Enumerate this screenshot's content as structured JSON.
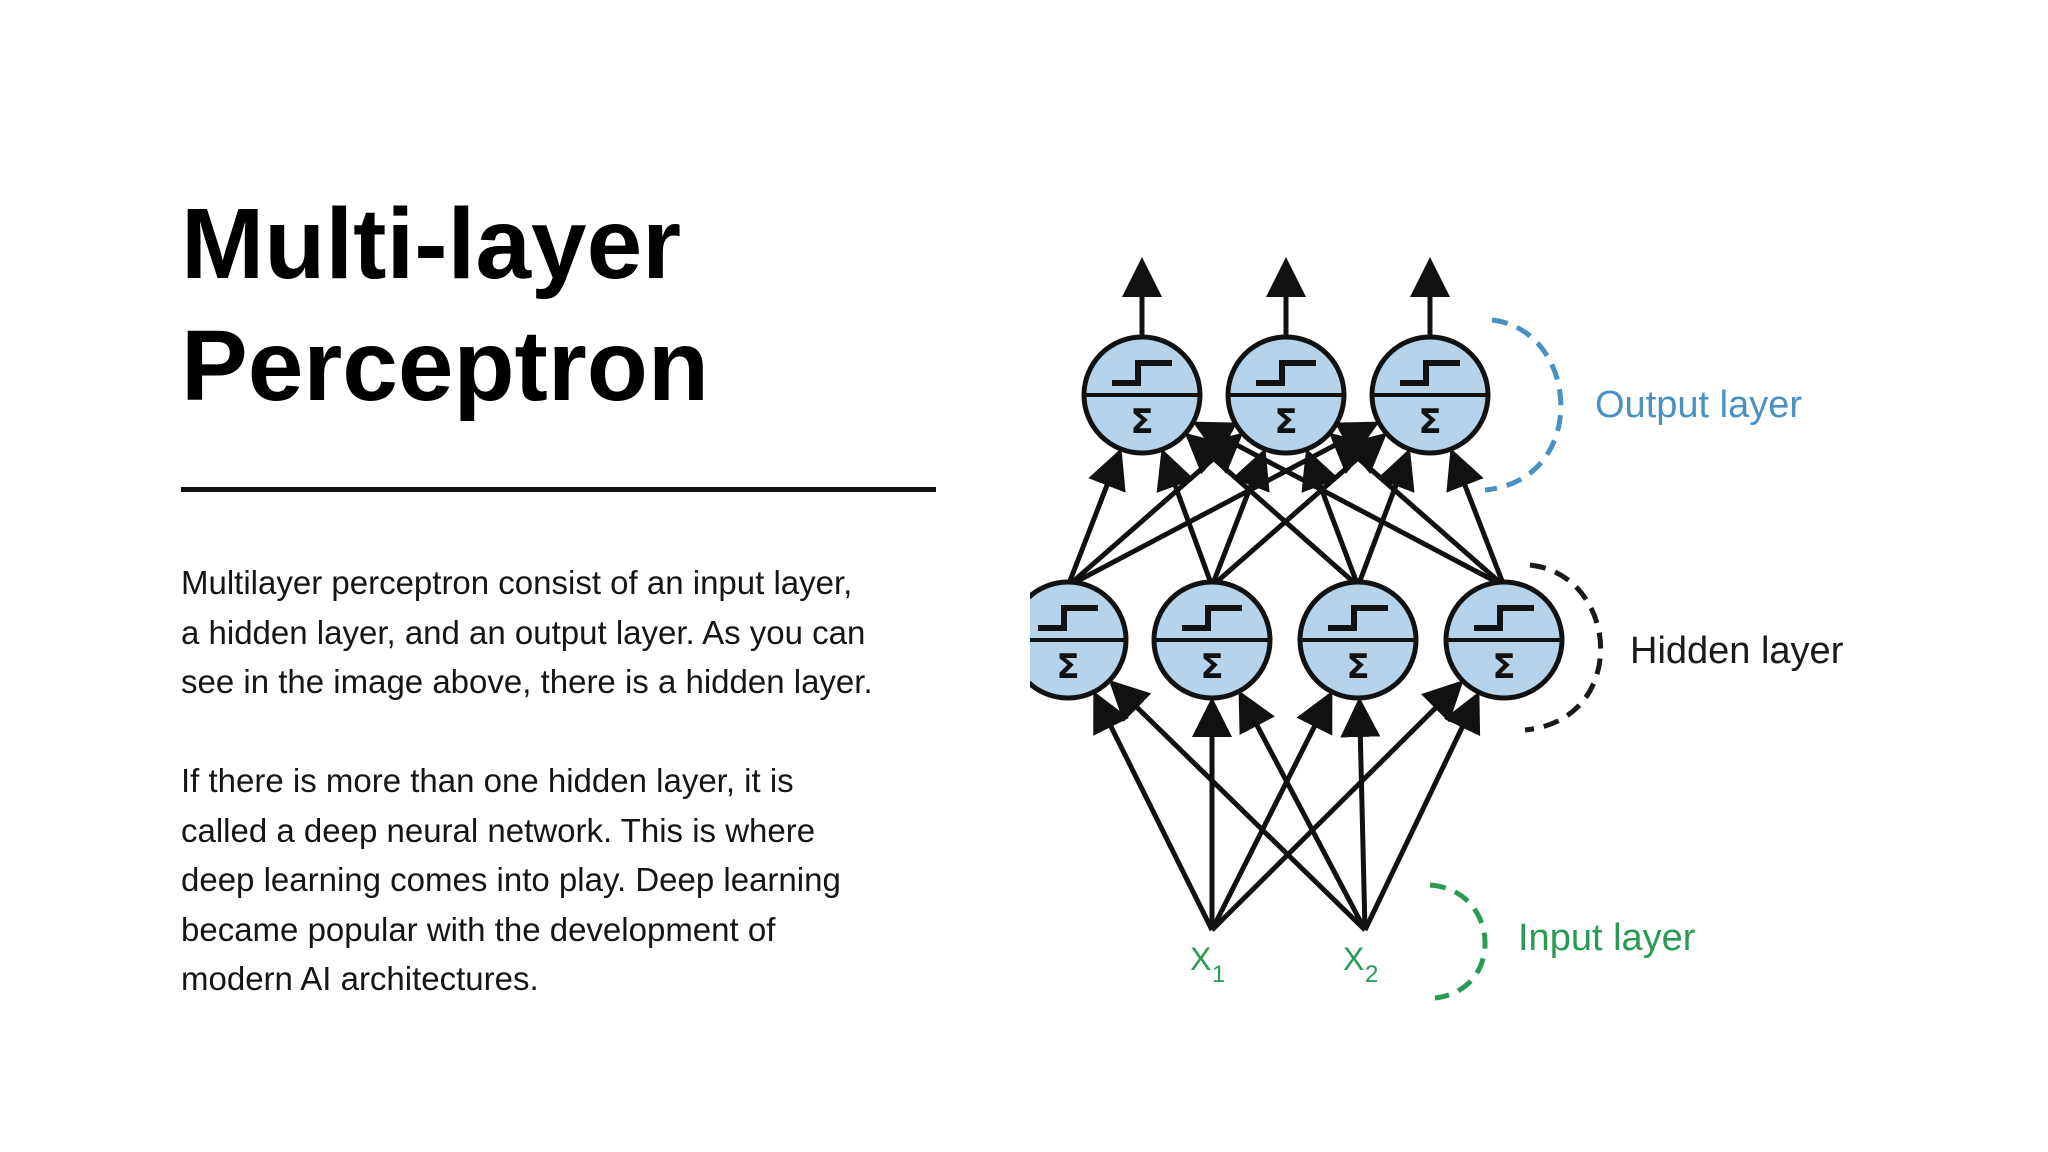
{
  "slide": {
    "title_lines": [
      "Multi-layer",
      "Perceptron"
    ],
    "paragraph1_lines": [
      "Multilayer perceptron consist of an input layer,",
      "a hidden layer, and an output layer. As you can",
      "see in the image above, there is a hidden layer."
    ],
    "paragraph2_lines": [
      "If there is more than one hidden layer, it is",
      "called a deep neural network. This is where",
      "deep learning comes into play. Deep learning",
      "became popular with the development of",
      "modern AI architectures."
    ]
  },
  "diagram": {
    "labels": {
      "output_layer": "Output layer",
      "hidden_layer": "Hidden layer",
      "input_layer": "Input layer",
      "x1": "X",
      "x1_sub": "1",
      "x2": "X",
      "x2_sub": "2",
      "sigma": "Σ"
    },
    "colors": {
      "neuron_fill": "#b5d3ea",
      "output_label": "#4a90c2",
      "hidden_label": "#1a1a1a",
      "input_label": "#2a9a55",
      "line": "#111111"
    }
  }
}
